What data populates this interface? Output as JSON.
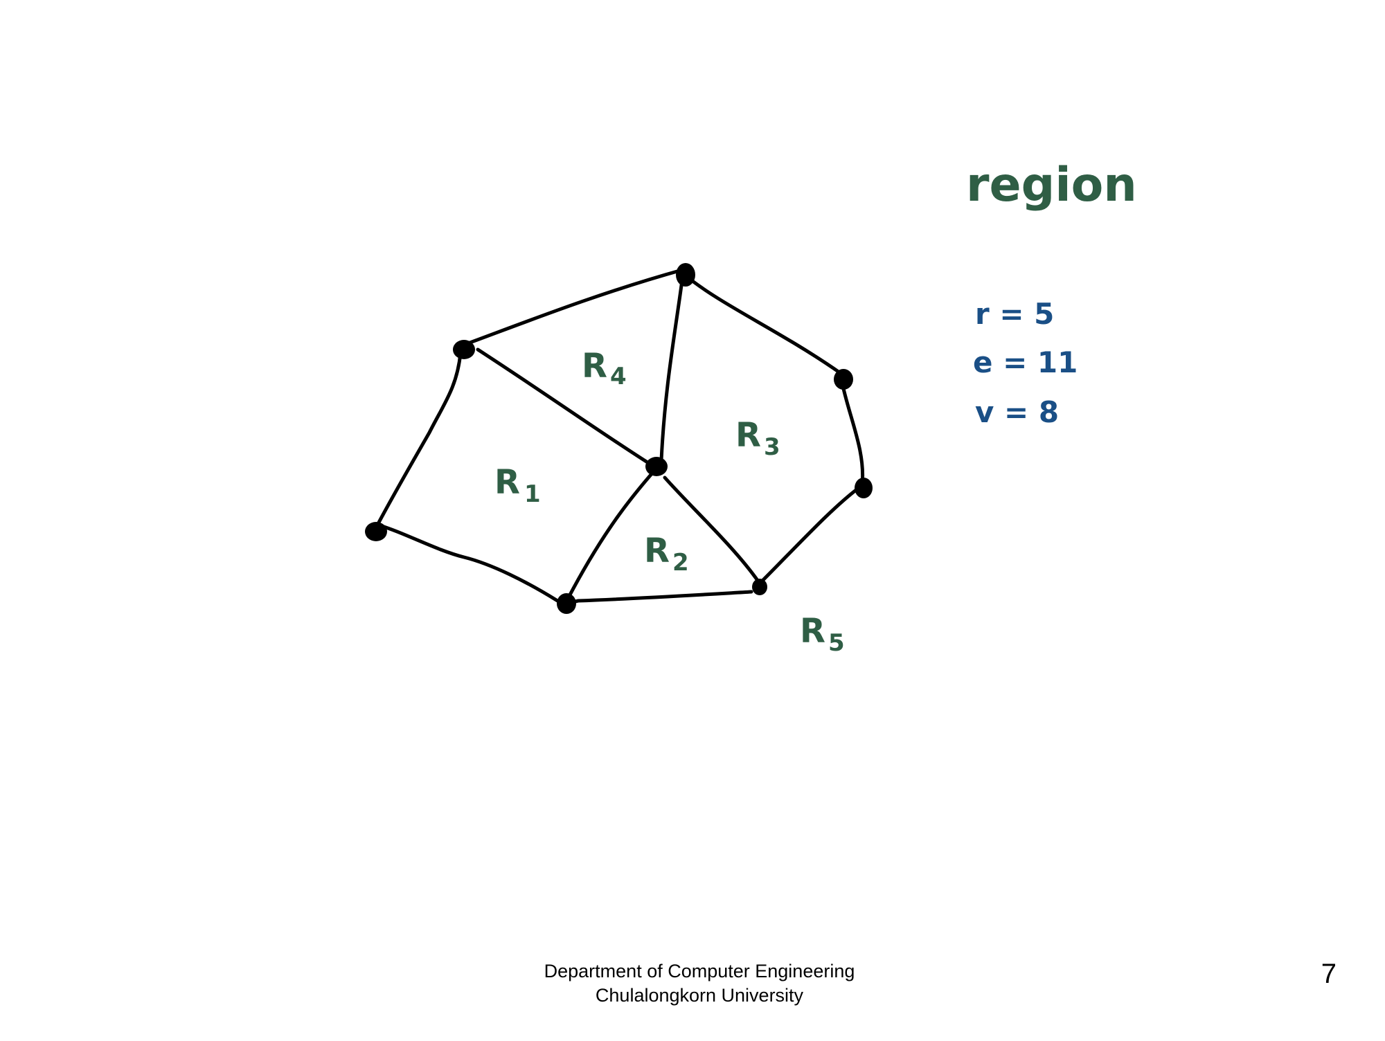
{
  "diagram": {
    "heading": "region",
    "regions": [
      {
        "id": "R1",
        "letter": "R",
        "index": "1"
      },
      {
        "id": "R2",
        "letter": "R",
        "index": "2"
      },
      {
        "id": "R3",
        "letter": "R",
        "index": "3"
      },
      {
        "id": "R4",
        "letter": "R",
        "index": "4"
      },
      {
        "id": "R5",
        "letter": "R",
        "index": "5"
      }
    ],
    "counts": {
      "r": "r = 5",
      "e": "e = 11",
      "v": "v = 8"
    },
    "colors": {
      "region_label": "#2f5e45",
      "counts": "#1a4f86",
      "graph": "#000000"
    }
  },
  "footer": {
    "department": "Department of Computer Engineering",
    "university": "Chulalongkorn University",
    "page_number": "7"
  }
}
